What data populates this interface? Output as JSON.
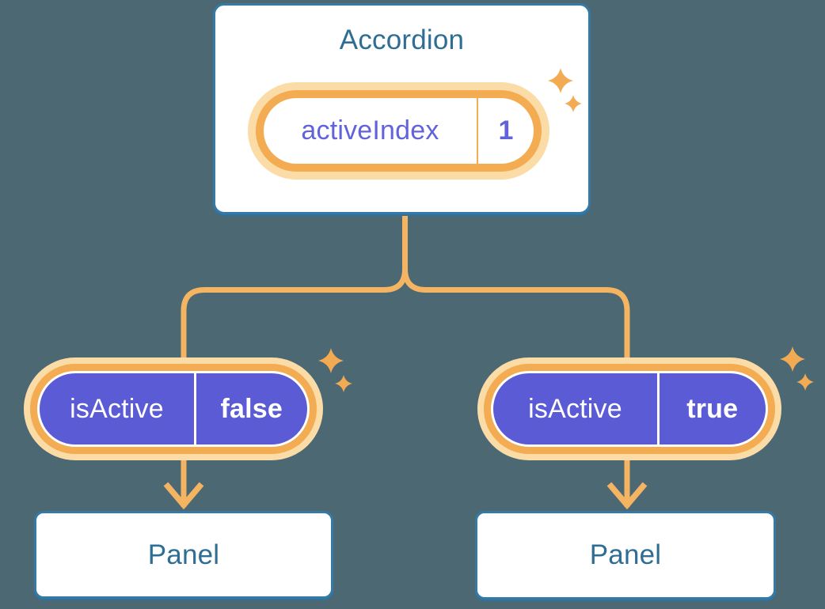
{
  "background_color": "#4C6873",
  "palette": {
    "background_color": "#4C6873",
    "card_fill": "#FFFFFF",
    "card_border": "#3579A7",
    "card_shadow": "#2E739E",
    "title_text": "#2F6E94",
    "purple_fill": "#5B5BD6",
    "purple_text": "#6262DB",
    "ring_dark": "#F3AC52",
    "ring_light": "#FBDBA6",
    "connector": "#F5B462",
    "sparkle": "#F2AB53"
  },
  "accordion": {
    "title": "Accordion",
    "state_pill": {
      "label": "activeIndex",
      "value": "1"
    }
  },
  "children": [
    {
      "prop_pill": {
        "label": "isActive",
        "value": "false"
      },
      "panel_title": "Panel"
    },
    {
      "prop_pill": {
        "label": "isActive",
        "value": "true"
      },
      "panel_title": "Panel"
    }
  ],
  "decorations": {
    "sparkle_icon": "four-pointed-sparkle",
    "arrow_icon": "down-arrow"
  }
}
